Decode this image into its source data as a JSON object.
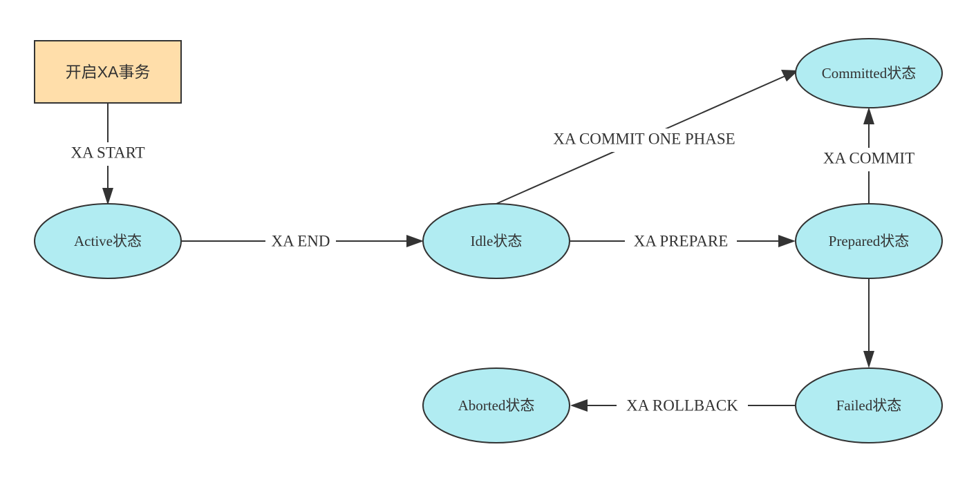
{
  "start_node": {
    "label": "开启XA事务",
    "color": "#ffdeaa"
  },
  "states": {
    "active": "Active状态",
    "idle": "Idle状态",
    "prepared": "Prepared状态",
    "committed": "Committed状态",
    "failed": "Failed状态",
    "aborted": "Aborted状态",
    "color": "#b1ecf2"
  },
  "transitions": {
    "xa_start": "XA START",
    "xa_end": "XA END",
    "xa_prepare": "XA PREPARE",
    "xa_commit_one_phase": "XA COMMIT ONE PHASE",
    "xa_commit": "XA COMMIT",
    "xa_rollback": "XA ROLLBACK"
  },
  "line_color": "#333333"
}
